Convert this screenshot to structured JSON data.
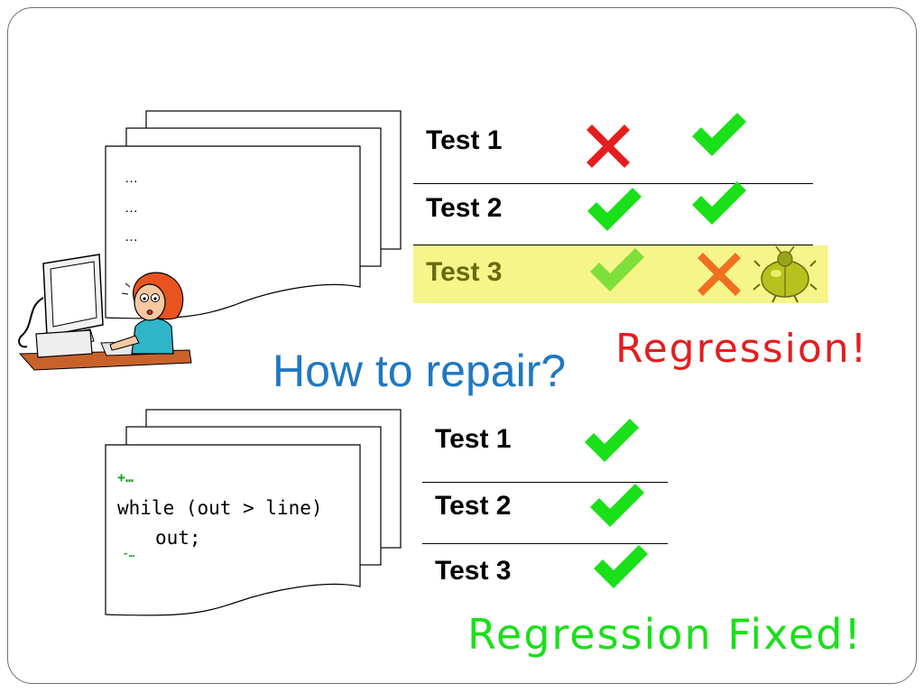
{
  "top": {
    "code_lines": [
      "…",
      "…",
      "…"
    ],
    "tests": [
      {
        "label": "Test 1",
        "results": [
          "cross",
          "check"
        ]
      },
      {
        "label": "Test 2",
        "results": [
          "check",
          "check"
        ]
      },
      {
        "label": "Test 3",
        "results": [
          "check",
          "cross",
          "bug"
        ],
        "highlighted": true
      }
    ],
    "highlight_color": "#f5f58a",
    "regression_label": "Regression!"
  },
  "question": "How to repair?",
  "bottom": {
    "code_plus": "+…",
    "code_line1": "while (out > line)",
    "code_line2": "out;",
    "code_tail": "-…",
    "tests": [
      {
        "label": "Test 1",
        "results": [
          "check"
        ]
      },
      {
        "label": "Test 2",
        "results": [
          "check"
        ]
      },
      {
        "label": "Test 3",
        "results": [
          "check"
        ]
      }
    ],
    "fixed_label": "Regression Fixed!"
  },
  "colors": {
    "check": "#19e019",
    "check_faded": "#7ee03a",
    "cross_red": "#e41e1e",
    "cross_orange": "#f07020",
    "question": "#1f78c0",
    "regression": "#e41e1e",
    "fixed": "#19e019"
  },
  "icons": [
    "check-icon",
    "cross-icon",
    "bug-icon",
    "programmer-illustration"
  ]
}
